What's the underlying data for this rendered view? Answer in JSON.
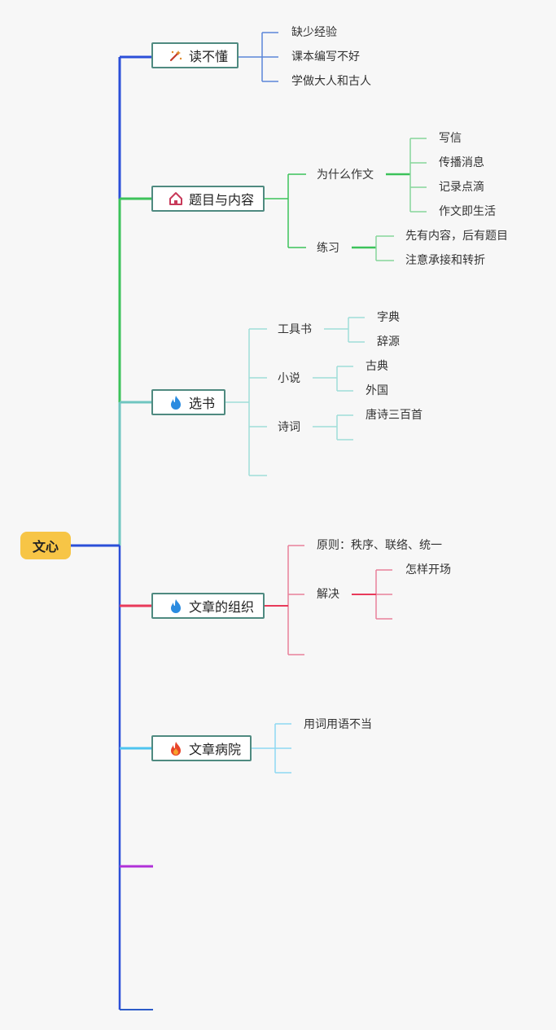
{
  "root": "文心",
  "branches": {
    "b1": {
      "title": "读不懂",
      "icon": "sparkle-wand-icon",
      "items": [
        "缺少经验",
        "课本编写不好",
        "学做大人和古人"
      ]
    },
    "b2": {
      "title": "题目与内容",
      "icon": "house-icon",
      "sub1": {
        "label": "为什么作文",
        "items": [
          "写信",
          "传播消息",
          "记录点滴",
          "作文即生活"
        ]
      },
      "sub2": {
        "label": "练习",
        "items": [
          "先有内容，后有题目",
          "注意承接和转折"
        ]
      }
    },
    "b3": {
      "title": "选书",
      "icon": "flame-blue-icon",
      "sub1": {
        "label": "工具书",
        "items": [
          "字典",
          "辞源"
        ]
      },
      "sub2": {
        "label": "小说",
        "items": [
          "古典",
          "外国"
        ]
      },
      "sub3": {
        "label": "诗词",
        "items": [
          "唐诗三百首"
        ]
      }
    },
    "b4": {
      "title": "文章的组织",
      "icon": "flame-blue-icon",
      "sub1": {
        "label": "原则：秩序、联络、统一"
      },
      "sub2": {
        "label": "解决",
        "items": [
          "怎样开场"
        ]
      }
    },
    "b5": {
      "title": "文章病院",
      "icon": "flame-red-icon",
      "items": [
        "用词用语不当"
      ]
    }
  },
  "colors": {
    "trunk": "#2b4fd8",
    "b1": "#5b86d8",
    "b2": "#3cc25a",
    "b3": "#6fc6c0",
    "b4": "#e83a5a",
    "b5": "#4ec4ef",
    "b6": "#b030d8",
    "b7": "#2b5bc8",
    "root_bg": "#f7c546",
    "box_border": "#4f8a80"
  }
}
